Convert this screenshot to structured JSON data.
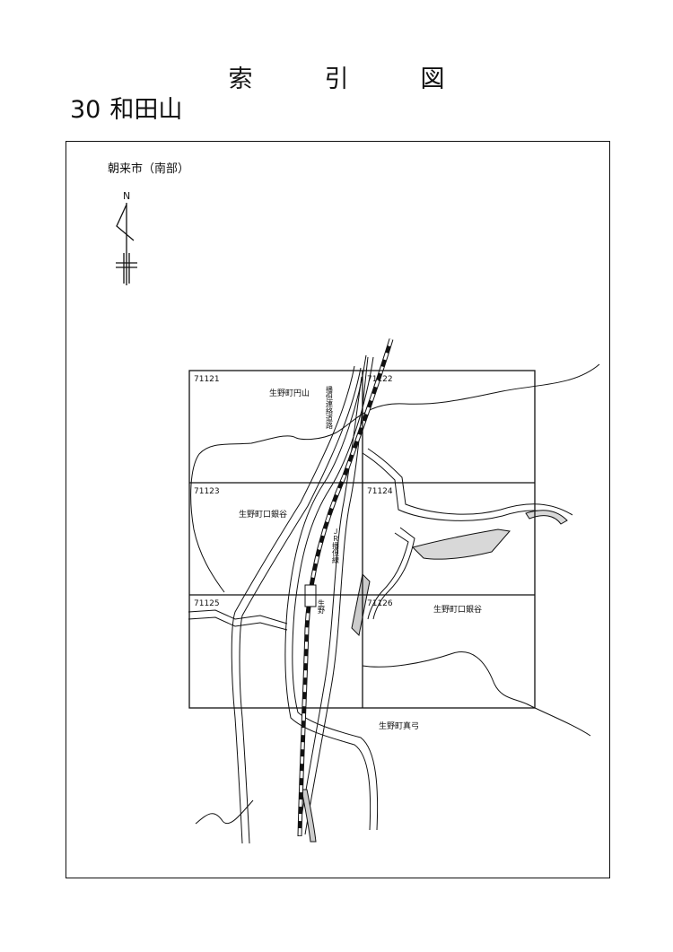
{
  "header": {
    "title_chars": [
      "索",
      "引",
      "図"
    ],
    "sheet_number": "30",
    "sheet_name": "和田山"
  },
  "map": {
    "area_label": "朝来市（南部）",
    "north_label": "N",
    "grid_cells": [
      {
        "code": "71121",
        "place": "生野町円山"
      },
      {
        "code": "71122",
        "place": ""
      },
      {
        "code": "71123",
        "place": "生野町口銀谷"
      },
      {
        "code": "71124",
        "place": ""
      },
      {
        "code": "71125",
        "place": ""
      },
      {
        "code": "71126",
        "place": "生野町口銀谷"
      }
    ],
    "outside_label": "生野町真弓",
    "road_label": "播但連絡道路",
    "rail_label": "ＪＲ播但線",
    "station_label": "生野"
  }
}
